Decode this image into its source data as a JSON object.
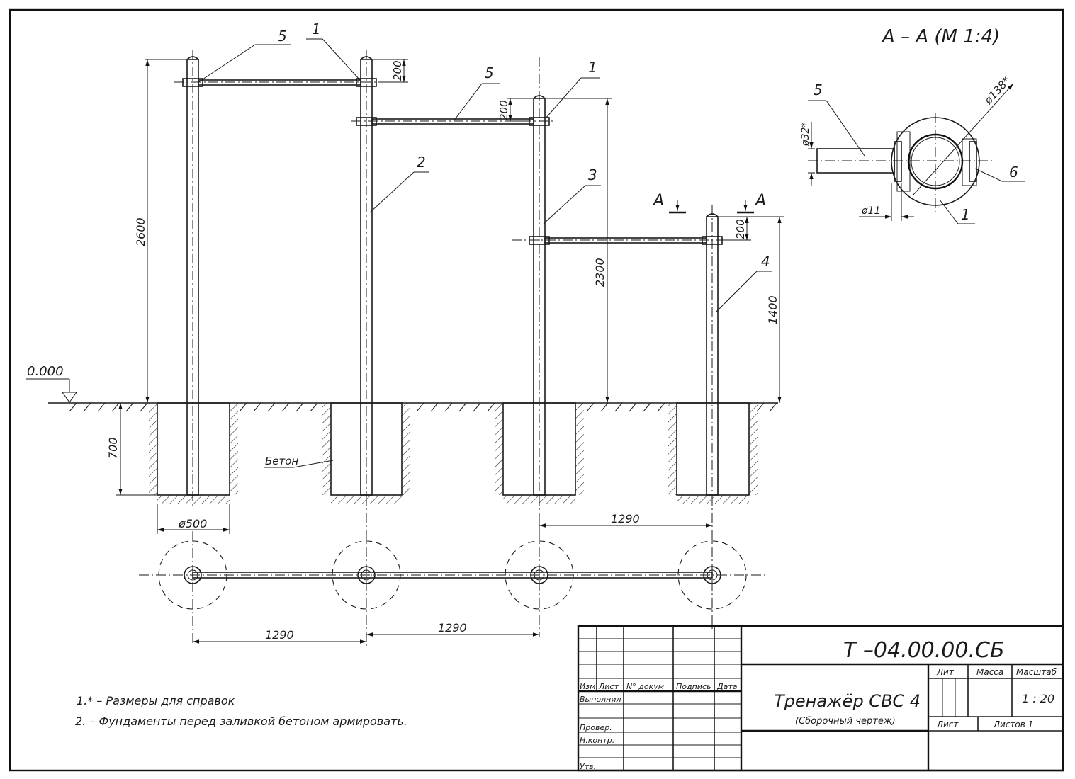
{
  "section_title": "А – А (М 1:4)",
  "section_marks": {
    "left": "А",
    "right": "А"
  },
  "positions": {
    "p1": "1",
    "p2": "2",
    "p3": "3",
    "p4": "4",
    "p5": "5",
    "p6": "6"
  },
  "dimensions": {
    "h2600": "2600",
    "h2300": "2300",
    "h1400": "1400",
    "h700": "700",
    "d200": "200",
    "span1290": "1290",
    "dia500": "ø500",
    "dia138": "ø138*",
    "dia32": "ø32*",
    "dia11": "ø11"
  },
  "level_mark": "0.000",
  "concrete_label": "Бетон",
  "notes": [
    "1.* – Размеры для справок",
    "2. – Фундаменты перед заливкой бетоном армировать."
  ],
  "title_block": {
    "designation": "Т –04.00.00.СБ",
    "name": "Тренажёр СВС 4",
    "subtitle": "(Сборочный чертеж)",
    "col_izm": "Изм",
    "col_list": "Лист",
    "col_doc": "N° докум",
    "col_sign": "Подпись",
    "col_date": "Дата",
    "row_vypolnil": "Выполнил",
    "row_prover": "Провер.",
    "row_nkontr": "Н.контр.",
    "row_utv": "Утв.",
    "lit": "Лит",
    "massa": "Масса",
    "masshtab": "Масштаб",
    "scale": "1 : 20",
    "sheet": "Лист",
    "sheets": "Листов 1"
  }
}
